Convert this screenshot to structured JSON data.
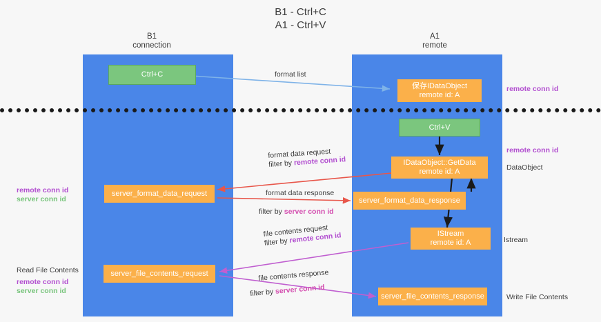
{
  "title": {
    "line1": "B1 - Ctrl+C",
    "line2": "A1 - Ctrl+V"
  },
  "columns": [
    {
      "name": "B1",
      "role": "connection"
    },
    {
      "name": "A1",
      "role": "remote"
    }
  ],
  "nodes": {
    "ctrl_c": {
      "label": "Ctrl+C"
    },
    "ctrl_v": {
      "label": "Ctrl+V"
    },
    "save_dataobject": {
      "line1": "保存IDataObject",
      "line2": "remote id: A"
    },
    "getdata": {
      "line1": "IDataObject::GetData",
      "line2": "remote id: A"
    },
    "istream": {
      "line1": "IStream",
      "line2": "remote id: A"
    },
    "server_format_data_request": {
      "label": "server_format_data_request"
    },
    "server_format_data_response": {
      "label": "server_format_data_response"
    },
    "server_file_contents_request": {
      "label": "server_file_contents_request"
    },
    "server_file_contents_response": {
      "label": "server_file_contents_response"
    }
  },
  "edges": {
    "format_list": {
      "label": "format list"
    },
    "format_data_request": {
      "label": "format data request",
      "filter_prefix": "filter by ",
      "filter_key": "remote conn id"
    },
    "format_data_response": {
      "label": "format data response",
      "filter_prefix": "filter by ",
      "filter_key": "server conn id"
    },
    "file_contents_request": {
      "label": "file contents request",
      "filter_prefix": "filter by ",
      "filter_key": "remote conn id"
    },
    "file_contents_response": {
      "label": "file contents response",
      "filter_prefix": "filter by ",
      "filter_key": "server conn id"
    }
  },
  "annotations": {
    "right_remote_conn_id_top": "remote conn id",
    "right_remote_conn_id_mid": "remote conn id",
    "right_dataobject": "DataObject",
    "right_istream": "Istream",
    "right_write_file_contents": "Write File Contents",
    "left_read_file_contents": "Read File Contents",
    "left_remote_conn_id_mid": "remote conn id",
    "left_server_conn_id_mid": "server conn id",
    "left_remote_conn_id_bottom": "remote conn id",
    "left_server_conn_id_bottom": "server conn id"
  },
  "colors": {
    "lane": "#4a86e8",
    "node_orange": "#fbb04a",
    "node_green": "#7bc67e",
    "remote_conn": "#b24fd0",
    "server_conn": "#78c47c",
    "arrow_blue": "#7fb3e8",
    "arrow_red": "#e8564a",
    "arrow_purple": "#c05fd0",
    "arrow_black": "#1a1a1a",
    "background": "#f7f7f7"
  }
}
